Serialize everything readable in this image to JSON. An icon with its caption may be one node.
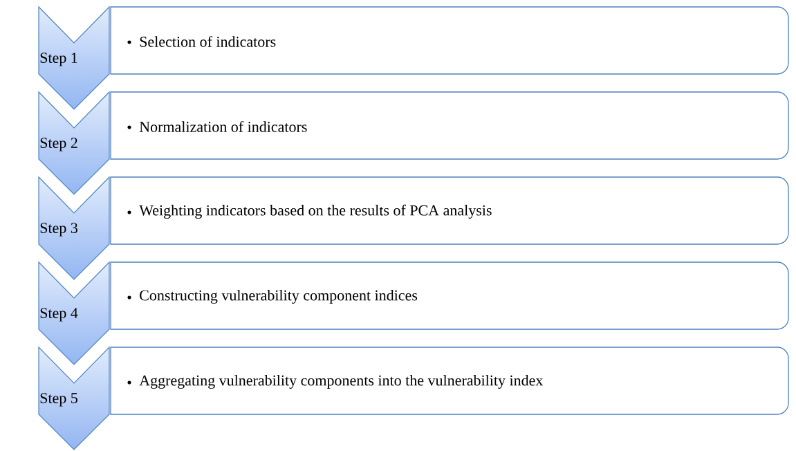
{
  "diagram": {
    "nodes": [
      {
        "text": [
          "Step 1"
        ]
      },
      {
        "text": [
          "Selection of indicators"
        ]
      },
      {
        "text": [
          "Step 2"
        ]
      },
      {
        "text": [
          "Normalization of indicators"
        ]
      },
      {
        "text": [
          "Step 3"
        ]
      },
      {
        "text": [
          "Weighting indicators based on the results of PCA analysis"
        ]
      },
      {
        "text": [
          "Step 4"
        ]
      },
      {
        "text": [
          "Constructing vulnerability component indices"
        ]
      },
      {
        "text": [
          "Step 5"
        ]
      },
      {
        "text": [
          "Aggregating vulnerability components into the vulnerability index"
        ]
      }
    ]
  }
}
